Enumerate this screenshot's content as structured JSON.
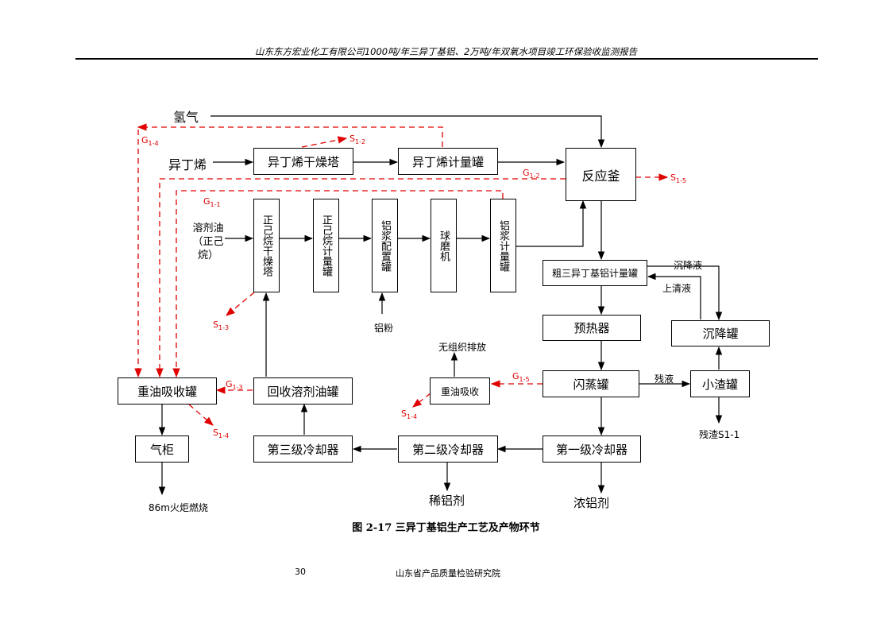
{
  "header": {
    "text": "山东东方宏业化工有限公司1000吨/年三异丁基铝、2万吨/年双氧水项目竣工环保验收监测报告"
  },
  "caption": "图 2-17  三异丁基铝生产工艺及产物环节",
  "footer": {
    "page_number": "30",
    "institution": "山东省产品质量检验研究院"
  },
  "inputs": {
    "hydrogen": "氢气",
    "isobutene": "异丁烯",
    "solvent_oil": "溶剂油（正己烷）",
    "aluminum_powder": "铝粉"
  },
  "units": {
    "isobutene_dryer": "异丁烯干燥塔",
    "isobutene_meter_tank": "异丁烯计量罐",
    "reactor": "反应釜",
    "hexane_dryer": "正己烷干燥塔",
    "hexane_meter_tank": "正己烷计量罐",
    "al_slurry_prep_tank": "铝浆配置罐",
    "ball_mill": "球磨机",
    "al_slurry_meter_tank": "铝浆计量罐",
    "crude_tiba_meter_tank": "粗三异丁基铝计量罐",
    "preheater": "预热器",
    "settling_tank": "沉降罐",
    "flash_tank": "闪蒸罐",
    "residue_tank": "小渣罐",
    "heavy_oil_absorption_right": "重油吸收",
    "heavy_oil_absorption_tank": "重油吸收罐",
    "recovered_solvent_tank": "回收溶剂油罐",
    "gas_holder": "气柜",
    "cooler_1": "第一级冷却器",
    "cooler_2": "第二级冷却器",
    "cooler_3": "第三级冷却器"
  },
  "flow_labels": {
    "settling_liquid": "沉降液",
    "supernatant": "上清液",
    "residue_liquid": "残液",
    "residue_s11": "残渣S1-1",
    "unorganized_emission": "无组织排放",
    "flare": "86m火炬燃烧",
    "dilute_al": "稀铝剂",
    "concentrated_al": "浓铝剂"
  },
  "pollutants": {
    "g": "G",
    "s": "S",
    "g14": "1-4",
    "g11": "1-1",
    "g12": "1-2",
    "g13": "1-3",
    "g15": "1-5",
    "s12": "1-2",
    "s13": "1-3",
    "s14": "1-4",
    "s15": "1-5"
  },
  "colors": {
    "pollutant_flow": "#e00000",
    "process_flow": "#000000"
  }
}
